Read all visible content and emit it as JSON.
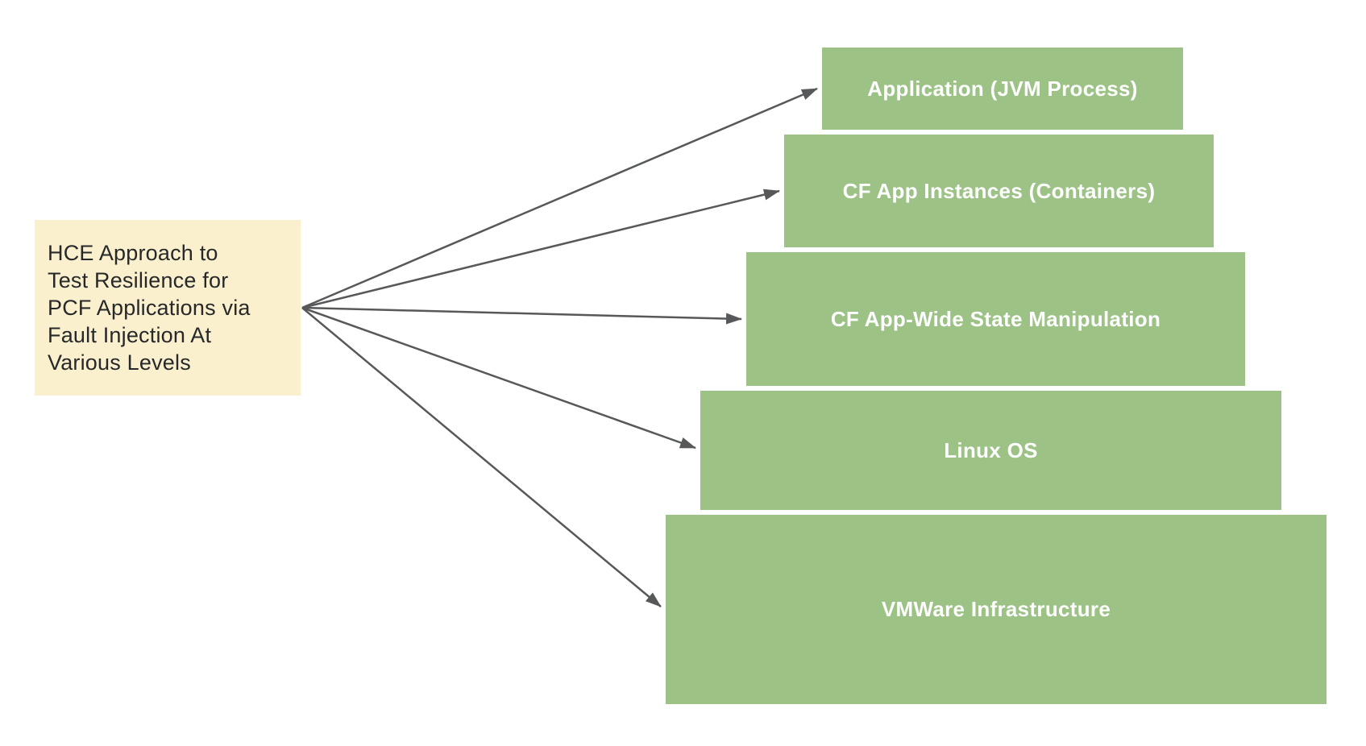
{
  "diagram": {
    "source": {
      "text": "HCE Approach to\nTest Resilience for\nPCF Applications via\nFault Injection At\nVarious Levels"
    },
    "levels": [
      {
        "label": "Application (JVM Process)"
      },
      {
        "label": "CF App Instances (Containers)"
      },
      {
        "label": "CF App-Wide State Manipulation"
      },
      {
        "label": "Linux OS"
      },
      {
        "label": "VMWare Infrastructure"
      }
    ],
    "connections": [
      {
        "from": "source",
        "to": "Application (JVM Process)"
      },
      {
        "from": "source",
        "to": "CF App Instances (Containers)"
      },
      {
        "from": "source",
        "to": "CF App-Wide State Manipulation"
      },
      {
        "from": "source",
        "to": "Linux OS"
      },
      {
        "from": "source",
        "to": "VMWare Infrastructure"
      }
    ],
    "colors": {
      "background": "#FFFFFF",
      "level_fill": "#9CC286",
      "level_text": "#FFFFFF",
      "source_fill": "#FAF0CD",
      "source_text": "#26282A",
      "arrow": "#57585A"
    }
  }
}
